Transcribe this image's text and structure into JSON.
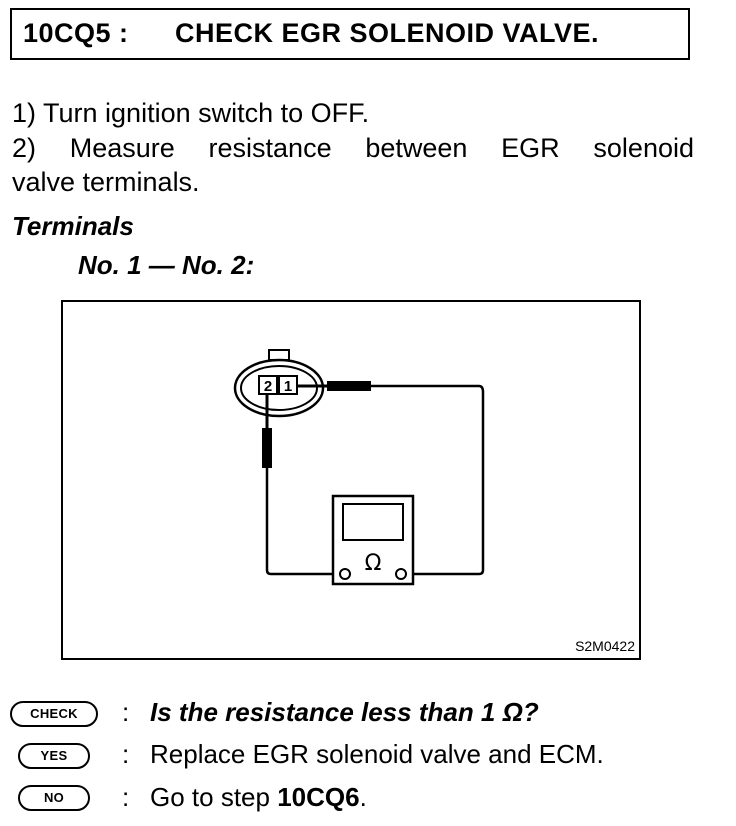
{
  "header": {
    "code": "10CQ5 :",
    "title": "CHECK EGR SOLENOID VALVE."
  },
  "steps": {
    "step1": "1) Turn ignition switch to OFF.",
    "step2_line1": "2) Measure resistance between EGR solenoid",
    "step2_line2": "valve terminals."
  },
  "terminals": {
    "heading": "Terminals",
    "value": "No. 1 — No. 2:"
  },
  "diagram": {
    "terminal_left": "2",
    "terminal_right": "1",
    "meter_symbol": "Ω",
    "figure_code": "S2M0422"
  },
  "decisions": {
    "check_badge": "CHECK",
    "yes_badge": "YES",
    "no_badge": "NO",
    "separator": ":",
    "check_text": "Is the resistance less than 1 Ω?",
    "yes_text": "Replace EGR solenoid valve and ECM.",
    "no_prefix": "Go to step ",
    "no_step": "10CQ6",
    "no_suffix": "."
  }
}
